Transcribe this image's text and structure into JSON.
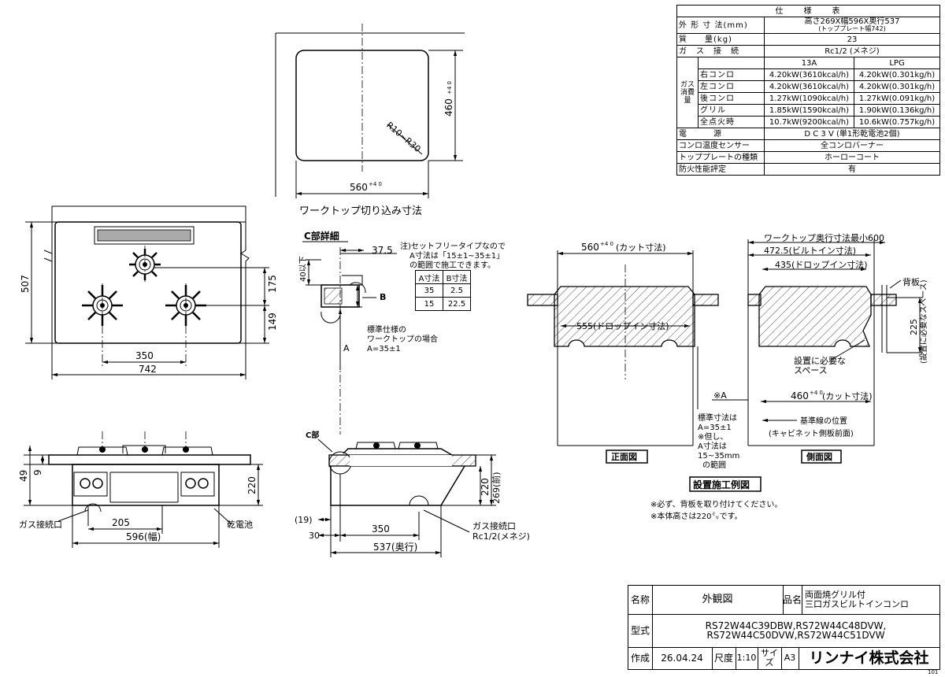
{
  "spec": {
    "title": "仕　　様　　表",
    "rows": [
      {
        "label": "外 形 寸 法(mm)",
        "value": "高さ269X幅596X奥行537",
        "sub": "(トッププレート幅742)"
      },
      {
        "label": "質　　量(kg)",
        "value": "23"
      },
      {
        "label": "ガ　ス　接　続",
        "value": "Rc1/2 (メネジ)"
      }
    ],
    "gas_group_label": "ガス消費量",
    "gas_headers": [
      "13A",
      "LPG"
    ],
    "gas_rows": [
      {
        "name": "右コンロ",
        "a": "4.20kW(3610kcal/h)",
        "b": "4.20kW(0.301kg/h)"
      },
      {
        "name": "左コンロ",
        "a": "4.20kW(3610kcal/h)",
        "b": "4.20kW(0.301kg/h)"
      },
      {
        "name": "後コンロ",
        "a": "1.27kW(1090kcal/h)",
        "b": "1.27kW(0.091kg/h)"
      },
      {
        "name": "グリル",
        "a": "1.85kW(1590kcal/h)",
        "b": "1.90kW(0.136kg/h)"
      },
      {
        "name": "全点火時",
        "a": "10.7kW(9200kcal/h)",
        "b": "10.6kW(0.757kg/h)"
      }
    ],
    "rows2": [
      {
        "label": "電　　　源",
        "value": "D C 3 V (単1形乾電池2個)"
      },
      {
        "label": "コンロ温度センサー",
        "value": "全コンロバーナー"
      },
      {
        "label": "トッププレートの種類",
        "value": "ホーローコート"
      },
      {
        "label": "防火性能評定",
        "value": "有"
      }
    ]
  },
  "cutout": {
    "caption": "ワークトップ切り込み寸法",
    "width": "560",
    "depth": "460",
    "radius": "R10~R30"
  },
  "top_view": {
    "dim_depth": "507",
    "dim_175": "175",
    "dim_149": "149",
    "dim_350": "350",
    "dim_742": "742"
  },
  "front_view": {
    "dim_49": "49",
    "dim_9": "9",
    "dim_220": "220",
    "dim_205": "205",
    "dim_596": "596(幅)",
    "gas_label": "ガス接続口",
    "battery_label": "乾電池"
  },
  "detail_c": {
    "title": "C部詳細",
    "dim_375": "37.5",
    "dim_40": "40以下",
    "label_b": "B",
    "label_a": "A",
    "note_title": "注)セットフリータイプなので",
    "note_line2": "A寸法は「15±1~35±1」",
    "note_line3": "の範囲で施工できます。",
    "table_headers": [
      "A寸法",
      "B寸法"
    ],
    "table_rows": [
      [
        "35",
        "2.5"
      ],
      [
        "15",
        "22.5"
      ]
    ],
    "std_note1": "標準仕様の",
    "std_note2": "ワークトップの場合",
    "std_note3": "A=35±1"
  },
  "side_view": {
    "c_label": "C部",
    "dim_19": "(19)",
    "dim_30": "30",
    "dim_350": "350",
    "dim_537": "537(奥行)",
    "dim_220": "220",
    "dim_269": "269(前)",
    "gas_label1": "ガス接続口",
    "gas_label2": "Rc1/2(メネジ)"
  },
  "install_front": {
    "dim_560": "560",
    "dim_560_note": "(カット寸法)",
    "dim_555": "555(ドロップイン寸法)",
    "title": "正面図"
  },
  "install_side": {
    "dim_600": "ワークトップ奥行寸法最小600",
    "dim_4725": "472.5(ビルトイン寸法)",
    "dim_435": "435(ドロップイン寸法)",
    "back_label": "背板",
    "space_label_v": "(設置に必要なスペース)",
    "dim_225": "225",
    "space_note1": "設置に必要な",
    "space_note2": "スペース",
    "mark_a": "※A",
    "dim_460": "460",
    "dim_460_note": "(カット寸法)",
    "std1": "標準寸法は",
    "std2": "A=35±1",
    "std3": "※但し、",
    "std4": "A寸法は",
    "std5": "15~35mm",
    "std6": "の範囲",
    "baseline1": "基準線の位置",
    "baseline2": "(キャビネット側板前面)",
    "title": "側面図"
  },
  "install_caption": "設置施工例図",
  "notes": [
    "※必ず、背板を取り付けてください。",
    "※本体高さは220㍉です。"
  ],
  "title_block": {
    "name_label": "名称",
    "name_value": "外観図",
    "product_label": "品名",
    "product_value1": "両面焼グリル付",
    "product_value2": "三口ガスビルトインコンロ",
    "model_label": "型式",
    "model_line1": "RS72W44C39DBW,RS72W44C48DVW,",
    "model_line2": "RS72W44C50DVW,RS72W44C51DVW",
    "date_label": "作成",
    "date_value": "26.04.24",
    "scale_label": "尺度",
    "scale_value": "1:10",
    "size_label": "サイズ",
    "size_value": "A3",
    "company": "リンナイ株式会社",
    "code": "101"
  }
}
